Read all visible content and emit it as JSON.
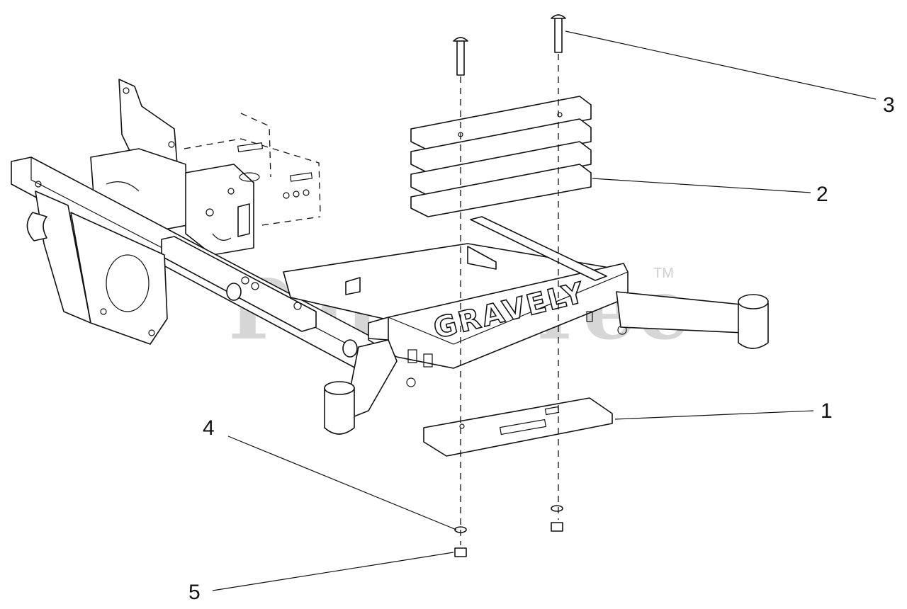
{
  "diagram": {
    "watermark": {
      "text": "PartsTree",
      "trademark": "TM"
    },
    "brand_text": "GRAVELY",
    "callouts": [
      {
        "id": "1",
        "label": "1"
      },
      {
        "id": "2",
        "label": "2"
      },
      {
        "id": "3",
        "label": "3"
      },
      {
        "id": "4",
        "label": "4"
      },
      {
        "id": "5",
        "label": "5"
      }
    ],
    "colors": {
      "line": "#111111",
      "watermark": "#cfcfcf",
      "background": "#ffffff"
    }
  }
}
